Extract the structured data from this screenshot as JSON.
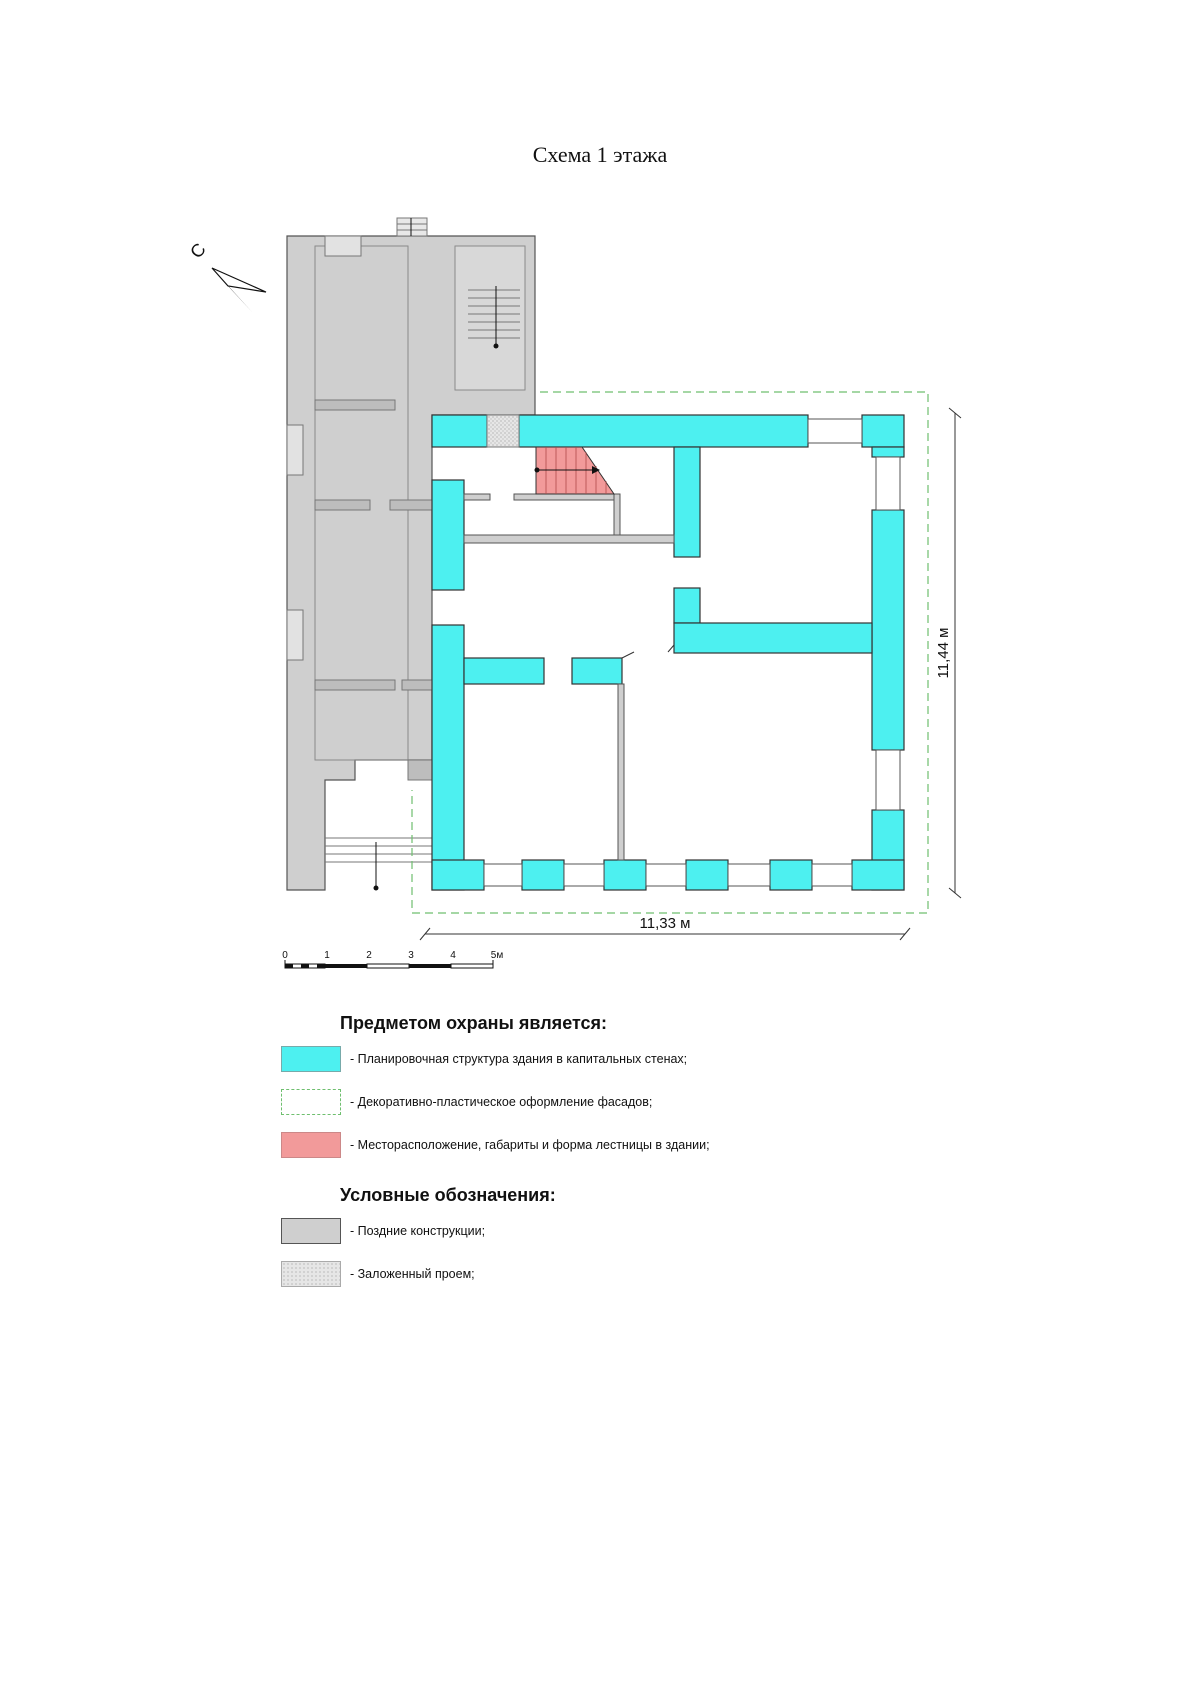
{
  "title": "Схема 1 этажа",
  "compass_letter": "С",
  "dimensions": {
    "width_label": "11,33 м",
    "height_label": "11,44 м"
  },
  "scale_bar": {
    "ticks": [
      "0",
      "1",
      "2",
      "3",
      "4",
      "5м"
    ]
  },
  "colors": {
    "protected_walls": "#4df0f0",
    "staircase": "#f29a9a",
    "late_constructions": "#cfcfcf",
    "facade_outline": "#6fbf6f",
    "blocked_opening": "#e2e2e2"
  },
  "legend": {
    "protection_heading": "Предметом охраны является:",
    "protection_items": [
      {
        "swatch": "cyan-fill",
        "text": "- Планировочная структура здания в капитальных стенах;"
      },
      {
        "swatch": "dashed-outline",
        "text": "- Декоративно-пластическое оформление фасадов;"
      },
      {
        "swatch": "pink-fill",
        "text": "- Месторасположение, габариты и форма лестницы в здании;"
      }
    ],
    "symbols_heading": "Условные обозначения:",
    "symbol_items": [
      {
        "swatch": "grey-fill",
        "text": "- Поздние конструкции;"
      },
      {
        "swatch": "hatched-fill",
        "text": "- Заложенный проем;"
      }
    ]
  }
}
